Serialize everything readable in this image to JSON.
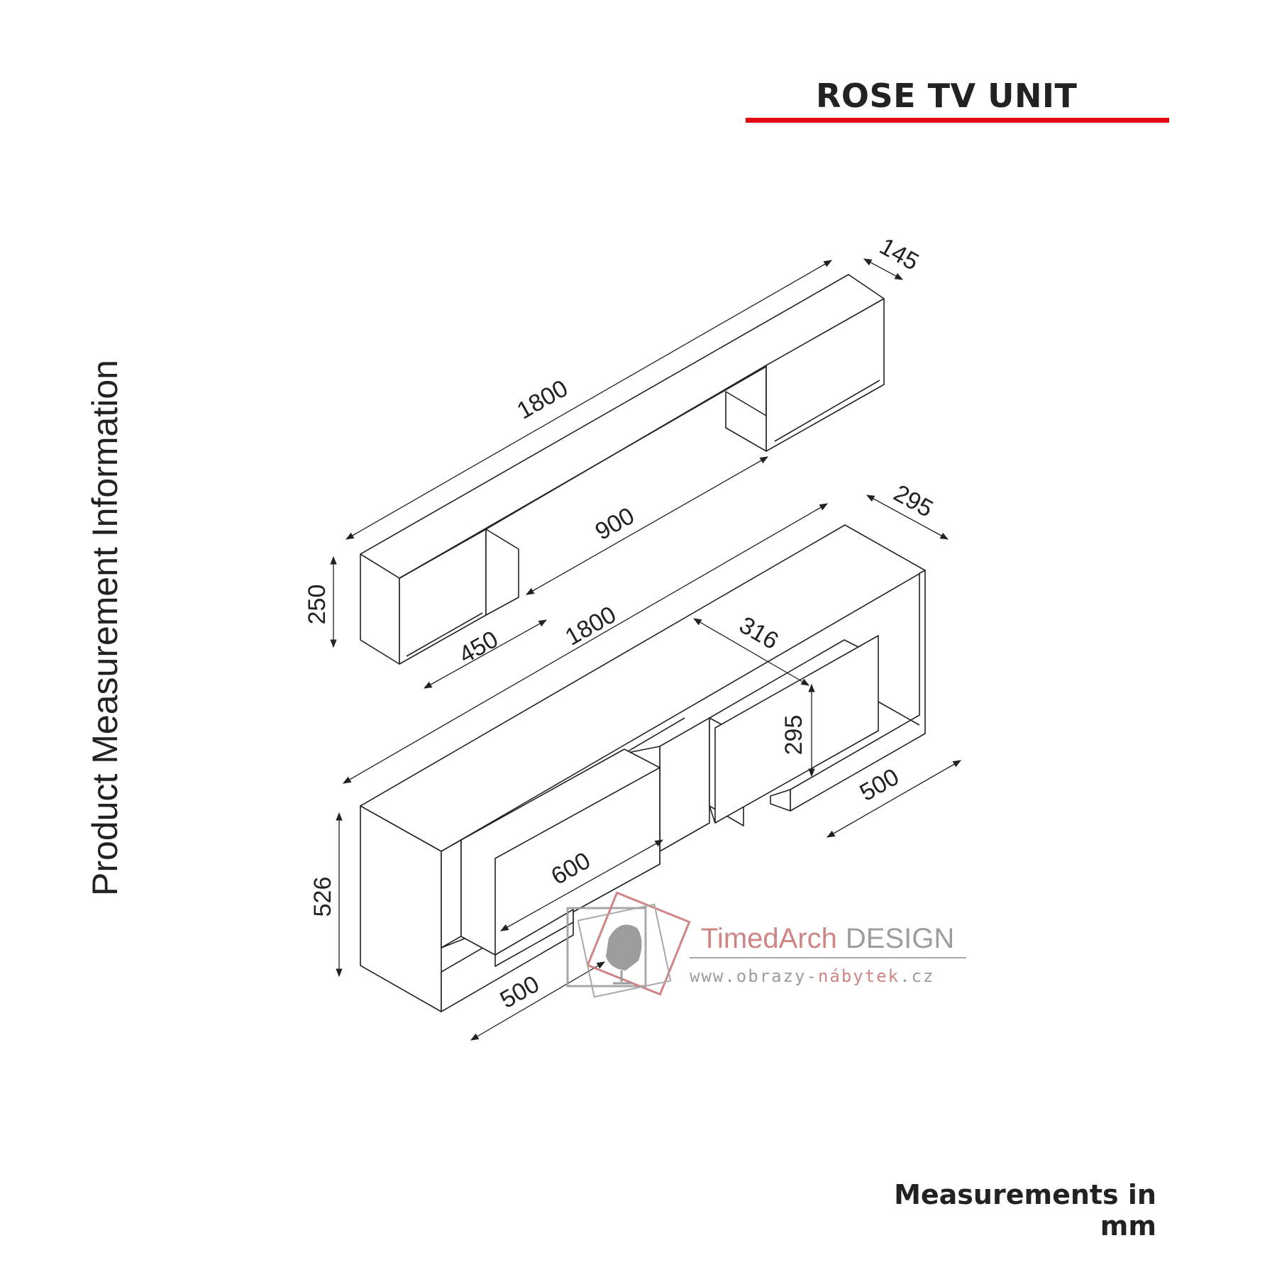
{
  "title": "ROSE TV UNIT",
  "side_title": "Product Measurement Information",
  "footer": "Measurements in mm",
  "accent_color": "#e30613",
  "dimensions": {
    "shelf_length": "1800",
    "shelf_depth": "145",
    "shelf_height": "250",
    "shelf_gap": "900",
    "shelf_section": "450",
    "unit_length": "1800",
    "unit_depth": "295",
    "unit_inner": "316",
    "drawer_height": "295",
    "right_width": "500",
    "drawer_width": "600",
    "unit_height": "526",
    "left_width": "500"
  },
  "watermark": {
    "brand_a": "TimedArch",
    "brand_b": "DESIGN",
    "url_a": "www.obrazy-",
    "url_b": "nábytek",
    "url_c": ".cz",
    "icon": "egg-chair-icon"
  }
}
